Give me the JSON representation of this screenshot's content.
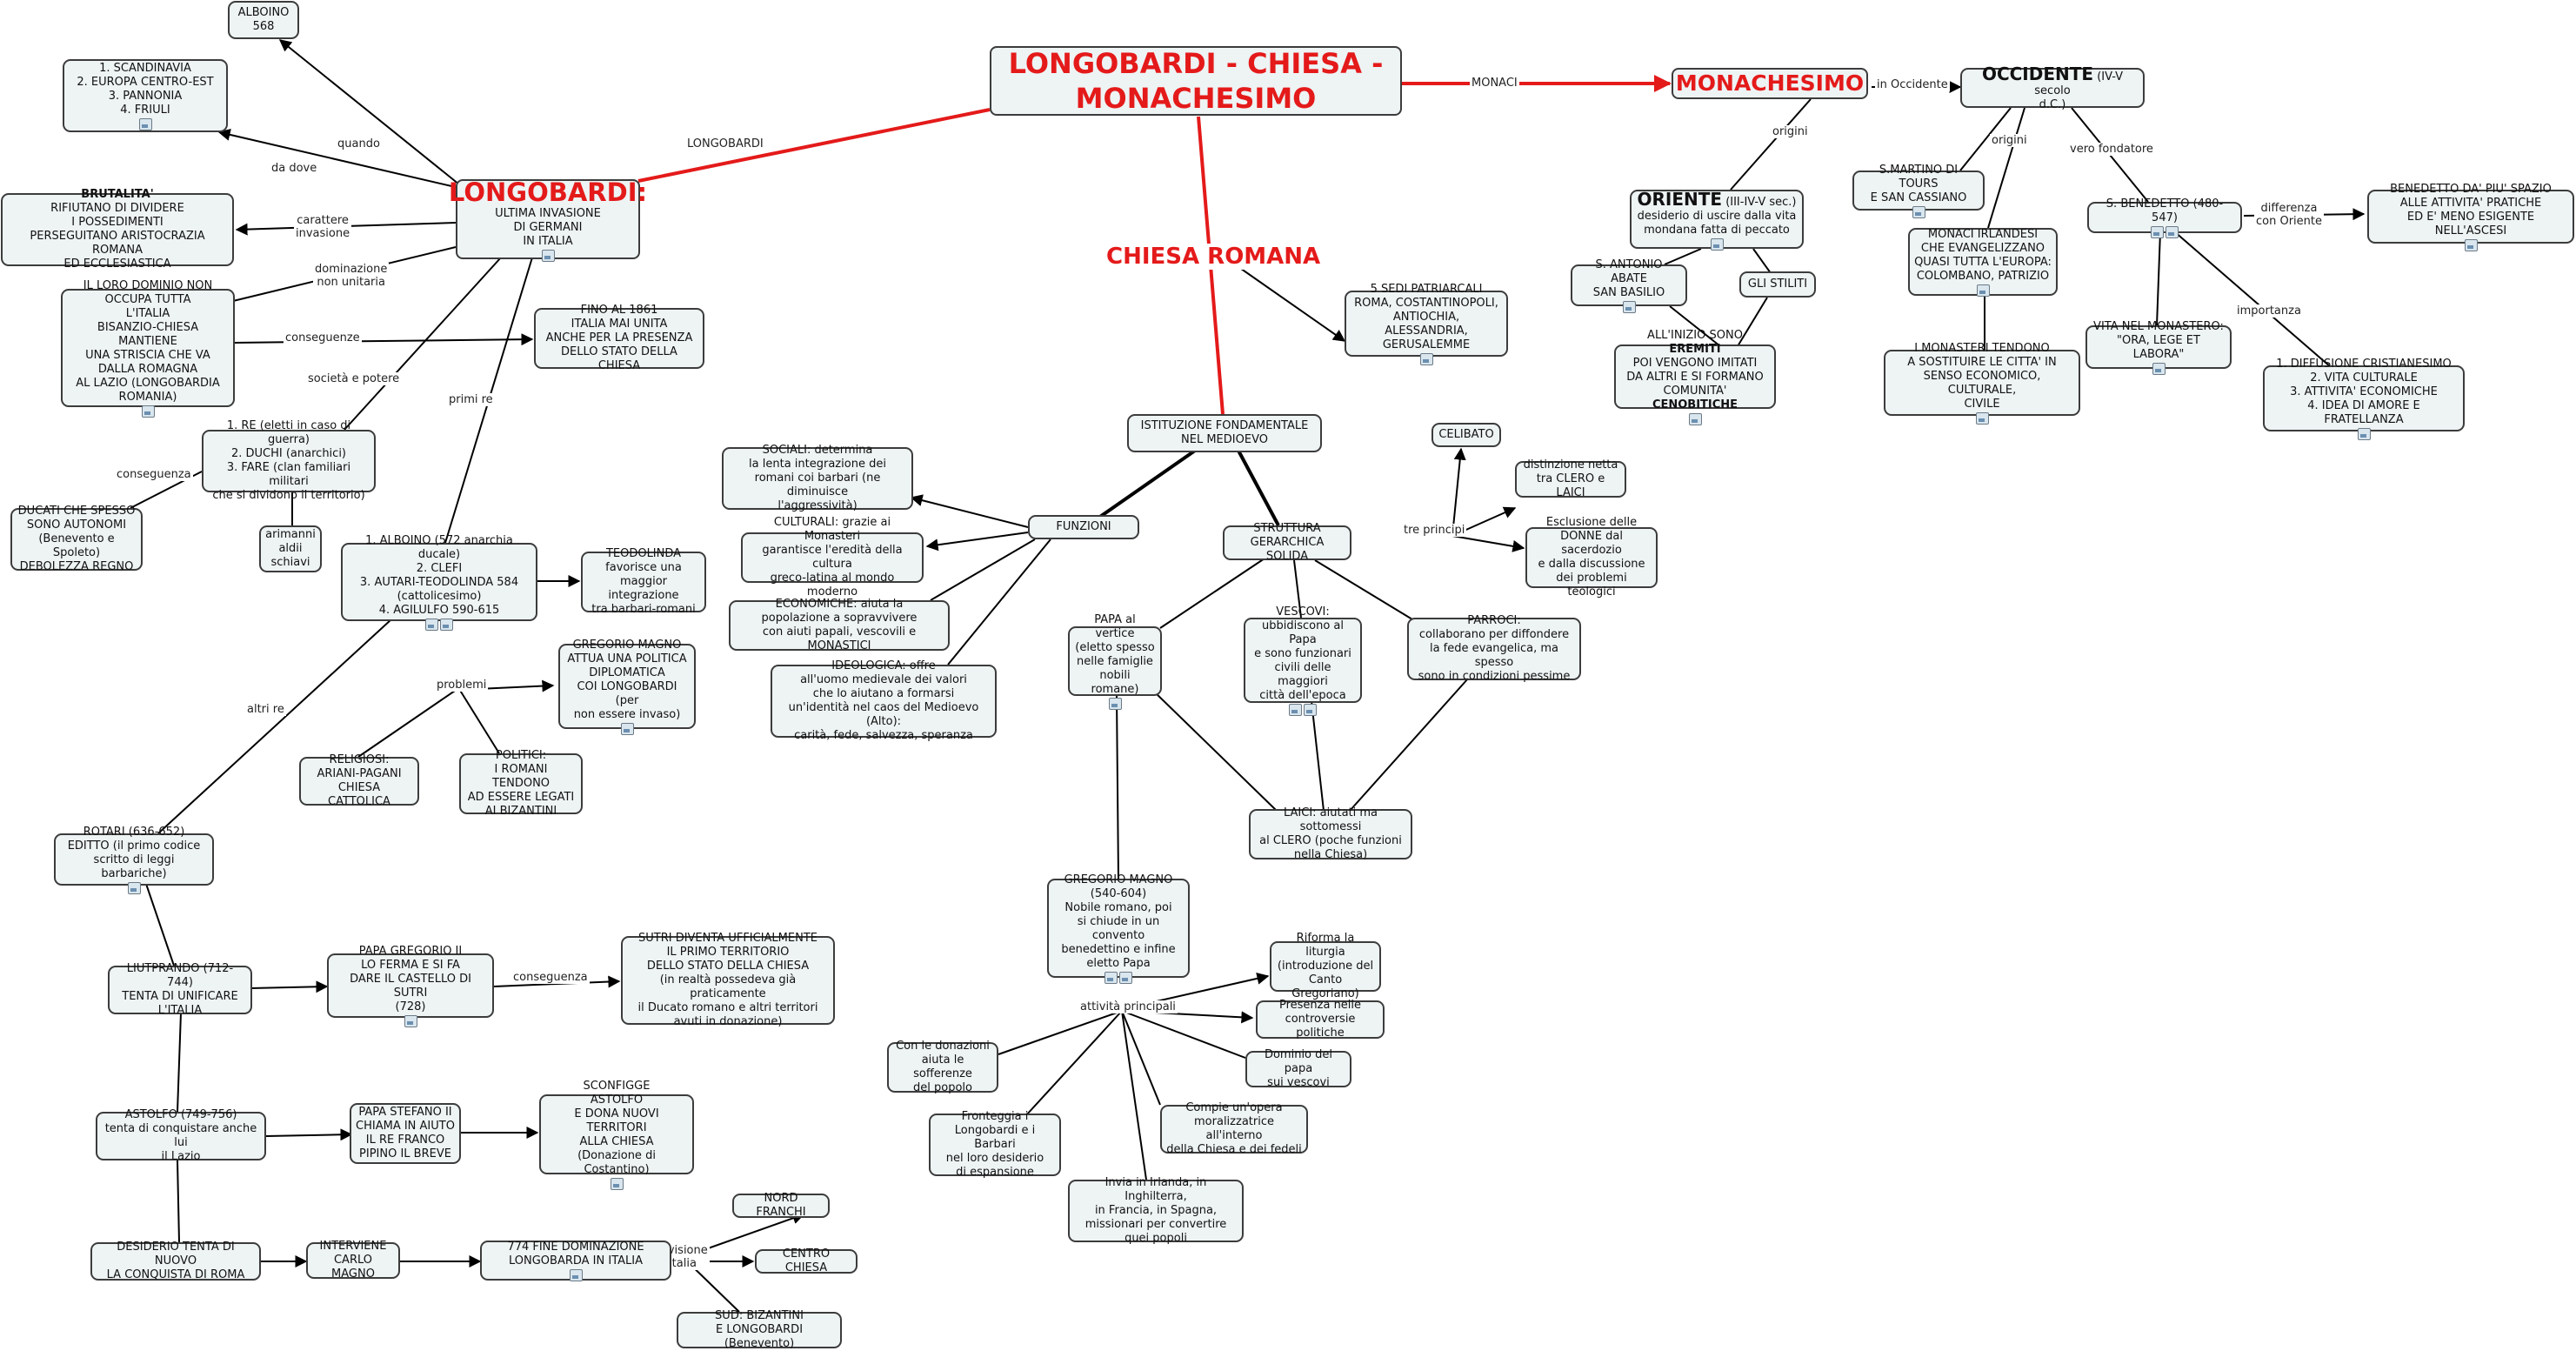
{
  "title": {
    "line1": "LONGOBARDI - CHIESA -",
    "line2": "MONACHESIMO"
  },
  "chiesa_romana": "CHIESA ROMANA",
  "nodes": {
    "albonio": "ALBOINO\n568",
    "scandinavia": "1. SCANDINAVIA\n2. EUROPA CENTRO-EST\n3. PANNONIA\n4. FRIULI",
    "brutalita_head": "BRUTALITA'",
    "brutalita_body": "RIFIUTANO DI DIVIDERE\nI POSSEDIMENTI\nPERSEGUITANO ARISTOCRAZIA ROMANA\nED ECCLESIASTICA",
    "dominio": "IL LORO DOMINIO NON\nOCCUPA TUTTA\nL'ITALIA\nBISANZIO-CHIESA MANTIENE\nUNA STRISCIA CHE VA\nDALLA ROMAGNA\nAL LAZIO (LONGOBARDIA\nROMANIA)",
    "longobardi_title": "LONGOBARDI:",
    "longobardi_body": "ULTIMA INVASIONE\nDI GERMANI\nIN ITALIA",
    "fino1861": "FINO AL 1861\nITALIA MAI UNITA\nANCHE PER LA PRESENZA\nDELLO STATO DELLA CHIESA",
    "re_duchi": "1. RE (eletti in caso di guerra)\n2. DUCHI (anarchici)\n3. FARE (clan familiari militari\nche si dividono il territorio)",
    "ducati": "DUCATI CHE SPESSO\nSONO AUTONOMI\n(Benevento e Spoleto)\nDEBOLEZZA REGNO",
    "arimanni": "arimanni\naldii\nschiavi",
    "re_list": "1. ALBOINO (572 anarchia ducale)\n2. CLEFI\n3. AUTARI-TEODOLINDA 584\n(cattolicesimo)\n4. AGILULFO 590-615",
    "teodolinda": "TEODOLINDA\nfavorisce una\nmaggior integrazione\ntra barbari-romani",
    "gregorio_pol": "GREGORIO MAGNO\nATTUA UNA POLITICA\nDIPLOMATICA\nCOI LONGOBARDI (per\nnon essere invaso)",
    "religiosi": "RELIGIOSI:\nARIANI-PAGANI\nCHIESA CATTOLICA",
    "politici": "POLITICI:\nI ROMANI TENDONO\nAD ESSERE LEGATI\nAI BIZANTINI",
    "rotari": "ROTARI (636-652)\nEDITTO (il primo codice\nscritto di leggi barbariche)",
    "liutprando": "LIUTPRANDO (712-744)\nTENTA DI UNIFICARE\nL'ITALIA",
    "gregorio2": "PAPA GREGORIO II\nLO FERMA E SI FA\nDARE IL CASTELLO DI SUTRI\n(728)",
    "sutri": "SUTRI DIVENTA UFFICIALMENTE\nIL PRIMO TERRITORIO\nDELLO STATO DELLA CHIESA\n(in realtà possedeva già praticamente\nil Ducato romano e altri territori\navuti in donazione)",
    "astolfo": "ASTOLFO (749-756)\ntenta di conquistare anche lui\nil Lazio",
    "stefano": "PAPA STEFANO II\nCHIAMA IN AIUTO\nIL RE FRANCO\nPIPINO IL BREVE",
    "sconfigge": "SCONFIGGE\nASTOLFO\nE DONA NUOVI TERRITORI\nALLA CHIESA\n(Donazione di Costantino)",
    "desiderio": "DESIDERIO TENTA DI NUOVO\nLA CONQUISTA DI ROMA",
    "carlo": "INTERVIENE\nCARLO MAGNO",
    "fine774": "774 FINE DOMINAZIONE\nLONGOBARDA IN ITALIA",
    "nord": "NORD FRANCHI",
    "centro": "CENTRO CHIESA",
    "sud": "SUD: BIZANTINI\nE LONGOBARDI (Benevento)",
    "istituzione": "ISTITUZIONE FONDAMENTALE\nNEL MEDIOEVO",
    "sedi": "5 SEDI PATRIARCALI\nROMA, COSTANTINOPOLI,\nANTIOCHIA, ALESSANDRIA,\nGERUSALEMME",
    "funzioni": "FUNZIONI",
    "sociali": "SOCIALI: determina\nla lenta integrazione dei\nromani coi barbari (ne diminuisce\nl'aggressività)",
    "culturali": "CULTURALI: grazie ai Monasteri\ngarantisce l'eredità della cultura\ngreco-latina al mondo moderno",
    "economiche": "ECONOMICHE: aiuta la\npopolazione a sopravvivere\ncon aiuti papali, vescovili e MONASTICI",
    "ideologica": "IDEOLOGICA: offre\nall'uomo medievale dei valori\nche lo aiutano a formarsi\nun'identità nel caos del Medioevo (Alto):\ncarità, fede, salvezza, speranza",
    "struttura": "STRUTTURA\nGERARCHICA SOLIDA",
    "celibato": "CELIBATO",
    "distinzione": "distinzione netta\ntra CLERO e LAICI",
    "esclusione": "Esclusione delle\nDONNE dal sacerdozio\ne dalla discussione\ndei problemi teologici",
    "papa": "PAPA al vertice\n(eletto spesso\nnelle famiglie\nnobili romane)",
    "vescovi": "VESCOVI:\nubbidiscono al Papa\ne sono funzionari\ncivili delle maggiori\ncittà dell'epoca",
    "parroci": "PARROCI:\ncollaborano per diffondere\nla fede evangelica, ma spesso\nsono in condizioni pessime",
    "laici": "LAICI: aiutati ma sottomessi\nal CLERO (poche funzioni\nnella Chiesa)",
    "gregorio": "GREGORIO MAGNO\n(540-604)\nNobile romano, poi\nsi chiude in un convento\nbenedettino e infine\neletto Papa",
    "liturgia": "Riforma la liturgia\n(introduzione del\nCanto Gregoriano)",
    "presenza": "Presenza nelle\ncontroversie politiche",
    "dominio_papa": "Dominio del papa\nsui vescovi",
    "moralizzatrice": "Compie un'opera\nmoralizzatrice all'interno\ndella Chiesa e dei fedeli",
    "donazioni": "Con le donazioni\naiuta le sofferenze\ndel popolo",
    "fronteggia": "Fronteggia i\nLongobardi e i Barbari\nnel loro desiderio\ndi espansione",
    "invia": "Invia in Irlanda, in Inghilterra,\nin Francia, in Spagna,\nmissionari per convertire\nquei popoli",
    "monachesimo": "MONACHESIMO",
    "occidente_title": "OCCIDENTE",
    "occidente_sub": "(IV-V secolo\nd.C.)",
    "oriente_title": "ORIENTE",
    "oriente_sub": "(III-IV-V sec.)",
    "oriente_body": "desiderio di uscire dalla vita\nmondana fatta di peccato",
    "antonio": "S. ANTONIO ABATE\nSAN BASILIO",
    "stiliti": "GLI STILITI",
    "eremiti_a": "ALL'INIZIO SONO ",
    "eremiti_b": "EREMITI",
    "eremiti_c": "\nPOI VENGONO IMITATI\nDA ALTRI E SI FORMANO\nCOMUNITA' ",
    "eremiti_d": "CENOBITICHE",
    "martino": "S.MARTINO DI TOURS\nE SAN CASSIANO",
    "irlandesi": "MONACI IRLANDESI\nCHE EVANGELIZZANO\nQUASI TUTTA L'EUROPA:\nCOLOMBANO, PATRIZIO",
    "monasteri": "I MONASTERI TENDONO\nA SOSTITUIRE LE CITTA' IN\nSENSO ECONOMICO, CULTURALE,\nCIVILE",
    "benedetto": "S. BENEDETTO (480-547)",
    "benedetto_spazio": "BENEDETTO DA' PIU' SPAZIO\nALLE ATTIVITA' PRATICHE\nED E' MENO ESIGENTE NELL'ASCESI",
    "vita": "VITA NEL MONASTERO:\n\"ORA, LEGE ET LABORA\"",
    "diffusione": "1. DIFFUSIONE CRISTIANESIMO\n2. VITA CULTURALE\n3. ATTIVITA' ECONOMICHE\n4. IDEA DI AMORE E FRATELLANZA"
  },
  "links": {
    "quando": "quando",
    "da_dove": "da dove",
    "carattere": "carattere\ninvasione",
    "dominazione": "dominazione\nnon unitaria",
    "conseguenze": "conseguenze",
    "societa": "società e potere",
    "conseguenza": "conseguenza",
    "primi_re": "primi re",
    "altri_re": "altri re",
    "problemi": "problemi",
    "conseguenza2": "conseguenza",
    "divisione": "divisione\nItalia",
    "longobardi": "LONGOBARDI",
    "monaci": "MONACI",
    "in_occidente": "in Occidente",
    "origini": "origini",
    "origini2": "origini",
    "vero_fondatore": "vero fondatore",
    "differenza": "differenza\ncon Oriente",
    "importanza": "importanza",
    "tre_principi": "tre principi",
    "attivita": "attività principali"
  },
  "colors": {
    "accent": "#e41a1a",
    "node_bg": "#eef3f4",
    "border": "#3c3c3c"
  },
  "icons": [
    "image-icon",
    "document-icon"
  ]
}
